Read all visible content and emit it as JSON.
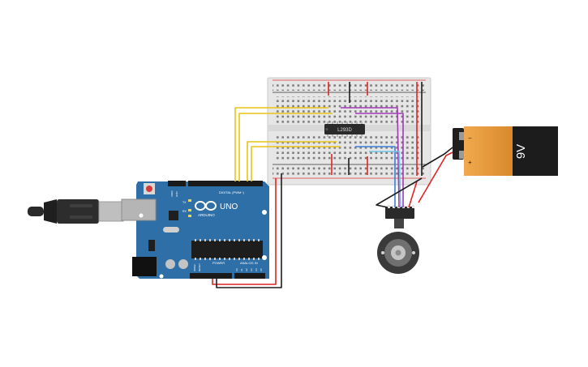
{
  "components": {
    "arduino": {
      "brand": "ARDUINO",
      "model": "UNO",
      "header_digital": "DIGITAL (PWM~)",
      "header_power": "POWER",
      "header_analog": "ANALOG IN",
      "pin_tx": "TX",
      "pin_rx": "RX",
      "pin_aref": "AREF",
      "pin_gnd": "GND",
      "pin_ioref": "IOREF",
      "pin_reset": "RESET",
      "pin_a0": "A0",
      "pin_a1": "A1",
      "pin_a2": "A2",
      "pin_a3": "A3",
      "pin_a4": "A4",
      "pin_a5": "A5",
      "board_color": "#2e6fa8"
    },
    "driver_chip": {
      "label": "L293D"
    },
    "battery": {
      "label": "9V",
      "minus": "−",
      "plus": "+"
    }
  },
  "wire_colors": {
    "yellow": "#e8c417",
    "purple": "#a23ab7",
    "blue": "#3d7fd8",
    "cyan": "#6ec3e6",
    "red": "#e02424",
    "black": "#1e1e1e"
  },
  "icons": [
    "usb-cable-icon",
    "dc-motor-icon",
    "battery-icon",
    "ic-chip-icon",
    "breadboard-icon"
  ]
}
